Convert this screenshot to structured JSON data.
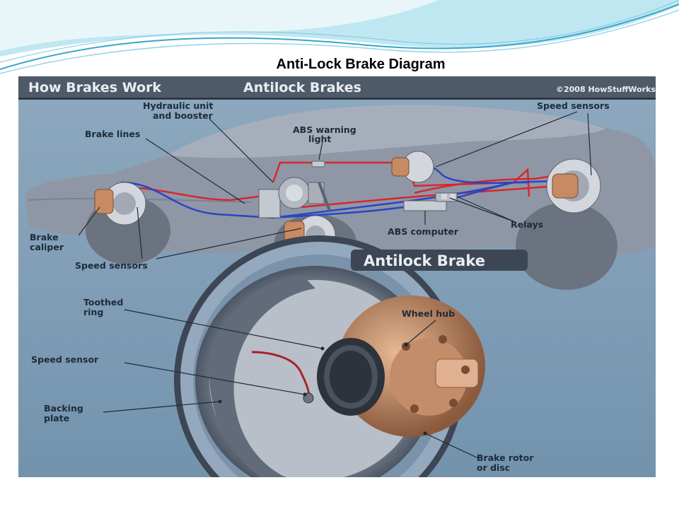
{
  "slide": {
    "title": "Anti-Lock Brake Diagram"
  },
  "diagram": {
    "header": {
      "left": "How Brakes Work",
      "right": "Antilock Brakes",
      "copyright": "©2008 HowStuffWorks"
    },
    "inset_title": "Antilock Brake",
    "labels": {
      "hydraulic_unit": [
        "Hydraulic unit",
        "and booster"
      ],
      "brake_lines": "Brake lines",
      "abs_warning_light": [
        "ABS warning",
        "light"
      ],
      "speed_sensors_top": "Speed sensors",
      "brake_caliper": [
        "Brake",
        "caliper"
      ],
      "speed_sensors_bottom": "Speed sensors",
      "abs_computer": "ABS computer",
      "relays": "Relays",
      "toothed_ring": [
        "Toothed",
        "ring"
      ],
      "wheel_hub": "Wheel hub",
      "speed_sensor": "Speed sensor",
      "backing_plate": [
        "Backing",
        "plate"
      ],
      "brake_rotor": [
        "Brake rotor",
        "or disc"
      ]
    },
    "colors": {
      "background": "#7e9cb5",
      "banner": "#4f5a68",
      "car_body": "#8f97a6",
      "brake_line_red": "#d8262c",
      "brake_line_blue": "#2a45c4",
      "caliper": "#c88a63",
      "hub": "#b98564"
    }
  }
}
